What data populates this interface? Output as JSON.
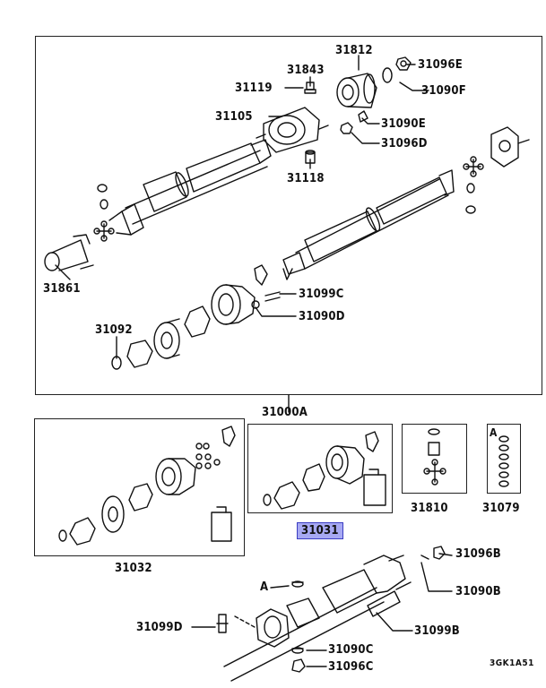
{
  "diagram": {
    "group_label_main": "31000A",
    "reference_code": "3GK1A51",
    "highlighted_part": "31031",
    "parts": [
      {
        "id": "p31812",
        "text": "31812"
      },
      {
        "id": "p31843",
        "text": "31843"
      },
      {
        "id": "p31096E",
        "text": "31096E"
      },
      {
        "id": "p31119",
        "text": "31119"
      },
      {
        "id": "p31090F",
        "text": "31090F"
      },
      {
        "id": "p31105",
        "text": "31105"
      },
      {
        "id": "p31090E",
        "text": "31090E"
      },
      {
        "id": "p31096D",
        "text": "31096D"
      },
      {
        "id": "p31118",
        "text": "31118"
      },
      {
        "id": "p31861",
        "text": "31861"
      },
      {
        "id": "p31099C",
        "text": "31099C"
      },
      {
        "id": "p31090D",
        "text": "31090D"
      },
      {
        "id": "p31092",
        "text": "31092"
      },
      {
        "id": "p31810",
        "text": "31810"
      },
      {
        "id": "p31079",
        "text": "31079"
      },
      {
        "id": "p31032",
        "text": "31032"
      },
      {
        "id": "p31096B",
        "text": "31096B"
      },
      {
        "id": "pA1",
        "text": "A"
      },
      {
        "id": "p31090B",
        "text": "31090B"
      },
      {
        "id": "p31099D",
        "text": "31099D"
      },
      {
        "id": "p31099B",
        "text": "31099B"
      },
      {
        "id": "p31090C",
        "text": "31090C"
      },
      {
        "id": "p31096C",
        "text": "31096C"
      },
      {
        "id": "pA2",
        "text": "A"
      }
    ]
  }
}
